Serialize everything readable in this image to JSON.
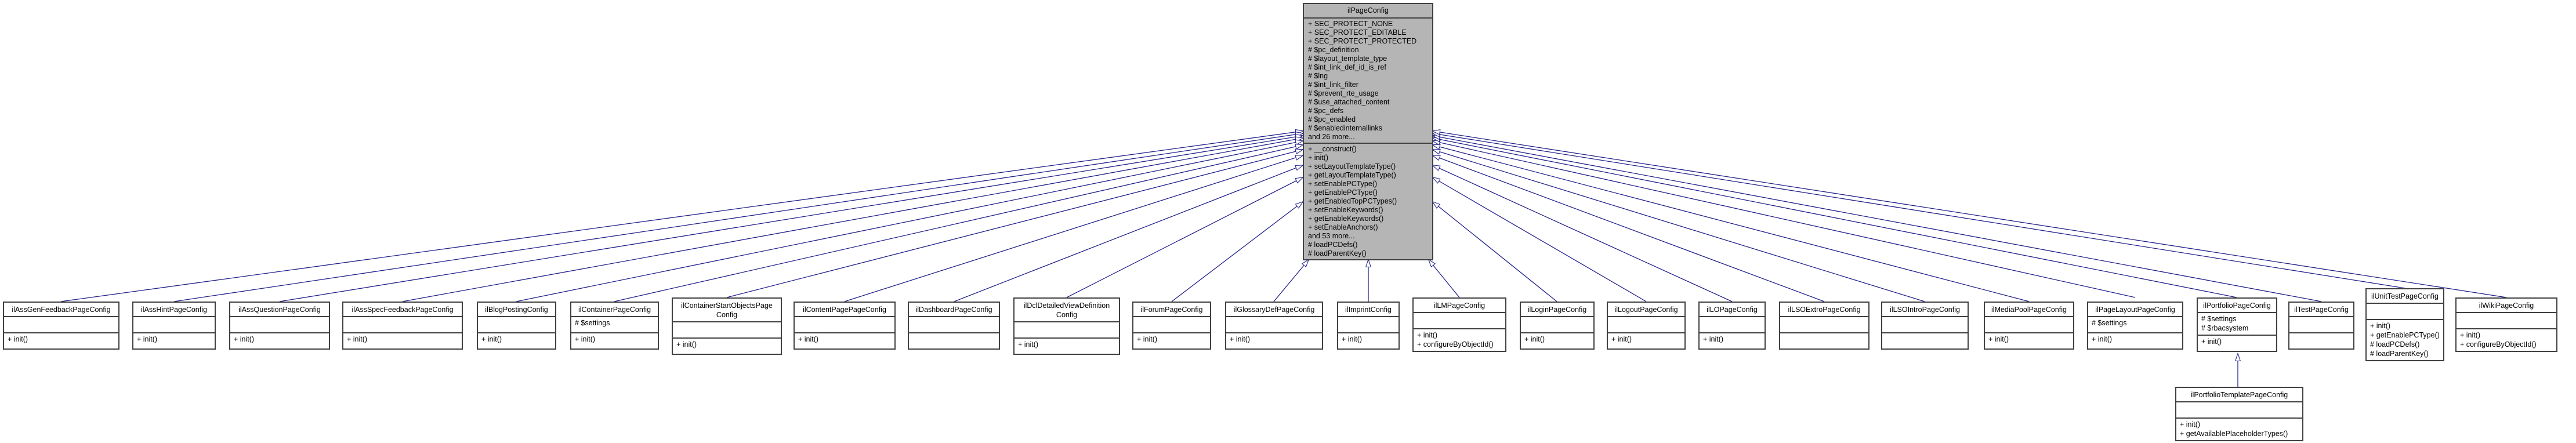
{
  "diagram_title": "ilPageConfig inheritance graph",
  "colors": {
    "base_node_fill": "#b5b5b5",
    "node_fill": "#ffffff",
    "node_border": "#404040",
    "edge": "#20208a"
  },
  "base": {
    "name": "ilPageConfig",
    "attributes": [
      "+ SEC_PROTECT_NONE",
      "+ SEC_PROTECT_EDITABLE",
      "+ SEC_PROTECT_PROTECTED",
      "# $pc_definition",
      "# $layout_template_type",
      "# $int_link_def_id_is_ref",
      "# $lng",
      "# $int_link_filter",
      "# $prevent_rte_usage",
      "# $use_attached_content",
      "# $pc_defs",
      "# $pc_enabled",
      "# $enabledinternallinks",
      "and 26 more..."
    ],
    "methods": [
      "+ __construct()",
      "+ init()",
      "+ setLayoutTemplateType()",
      "+ getLayoutTemplateType()",
      "+ setEnablePCType()",
      "+ getEnablePCType()",
      "+ getEnabledTopPCTypes()",
      "+ setEnableKeywords()",
      "+ getEnableKeywords()",
      "+ setEnableAnchors()",
      "and 53 more...",
      "# loadPCDefs()",
      "# loadParentKey()"
    ]
  },
  "derived": [
    {
      "name": "ilAssGenFeedbackPageConfig",
      "attributes": [],
      "methods": [
        "+ init()"
      ]
    },
    {
      "name": "ilAssHintPageConfig",
      "attributes": [],
      "methods": [
        "+ init()"
      ]
    },
    {
      "name": "ilAssQuestionPageConfig",
      "attributes": [],
      "methods": [
        "+ init()"
      ]
    },
    {
      "name": "ilAssSpecFeedbackPageConfig",
      "attributes": [],
      "methods": [
        "+ init()"
      ]
    },
    {
      "name": "ilBlogPostingConfig",
      "attributes": [],
      "methods": [
        "+ init()"
      ]
    },
    {
      "name": "ilContainerPageConfig",
      "attributes": [
        "# $settings"
      ],
      "methods": [
        "+ init()"
      ]
    },
    {
      "name": "ilContainerStartObjectsPage Config",
      "attributes": [],
      "methods": [
        "+ init()"
      ]
    },
    {
      "name": "ilContentPagePageConfig",
      "attributes": [],
      "methods": [
        "+ init()"
      ]
    },
    {
      "name": "ilDashboardPageConfig",
      "attributes": [],
      "methods": []
    },
    {
      "name": "ilDclDetailedViewDefinition Config",
      "attributes": [],
      "methods": [
        "+ init()"
      ]
    },
    {
      "name": "ilForumPageConfig",
      "attributes": [],
      "methods": [
        "+ init()"
      ]
    },
    {
      "name": "ilGlossaryDefPageConfig",
      "attributes": [],
      "methods": [
        "+ init()"
      ]
    },
    {
      "name": "ilImprintConfig",
      "attributes": [],
      "methods": [
        "+ init()"
      ]
    },
    {
      "name": "ilLMPageConfig",
      "attributes": [],
      "methods": [
        "+ init()",
        "+ configureByObjectId()"
      ]
    },
    {
      "name": "ilLoginPageConfig",
      "attributes": [],
      "methods": [
        "+ init()"
      ]
    },
    {
      "name": "ilLogoutPageConfig",
      "attributes": [],
      "methods": [
        "+ init()"
      ]
    },
    {
      "name": "ilLOPageConfig",
      "attributes": [],
      "methods": [
        "+ init()"
      ]
    },
    {
      "name": "ilLSOExtroPageConfig",
      "attributes": [],
      "methods": []
    },
    {
      "name": "ilLSOIntroPageConfig",
      "attributes": [],
      "methods": []
    },
    {
      "name": "ilMediaPoolPageConfig",
      "attributes": [],
      "methods": [
        "+ init()"
      ]
    },
    {
      "name": "ilPageLayoutPageConfig",
      "attributes": [
        "# $settings"
      ],
      "methods": [
        "+ init()"
      ]
    },
    {
      "name": "ilPortfolioPageConfig",
      "attributes": [
        "# $settings",
        "# $rbacsystem"
      ],
      "methods": [
        "+ init()"
      ]
    },
    {
      "name": "ilTestPageConfig",
      "attributes": [],
      "methods": []
    },
    {
      "name": "ilUnitTestPageConfig",
      "attributes": [],
      "methods": [
        "+ init()",
        "+ getEnablePCType()",
        "# loadPCDefs()",
        "# loadParentKey()"
      ]
    },
    {
      "name": "ilWikiPageConfig",
      "attributes": [],
      "methods": [
        "+ init()",
        "+ configureByObjectId()"
      ]
    }
  ],
  "grandchild": {
    "name": "ilPortfolioTemplatePageConfig",
    "parent": "ilPortfolioPageConfig",
    "attributes": [],
    "methods": [
      "+ init()",
      "+ getAvailablePlaceholderTypes()"
    ]
  }
}
